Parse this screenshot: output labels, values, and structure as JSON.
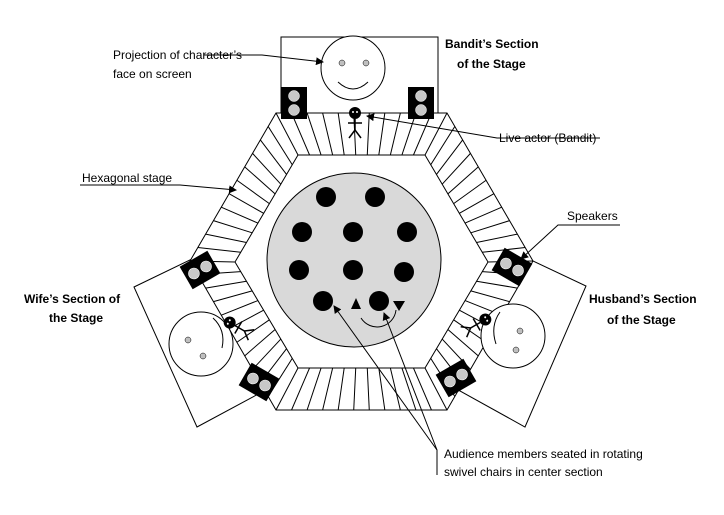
{
  "labels": {
    "projection_line1": "Projection of character’s",
    "projection_line2": "face on screen",
    "bandit_line1": "Bandit’s Section",
    "bandit_line2": "of the Stage",
    "live_actor": "Live actor (Bandit)",
    "hexagonal_stage": "Hexagonal stage",
    "speakers": "Speakers",
    "wife_line1": "Wife’s Section of",
    "wife_line2": "the Stage",
    "husband_line1": "Husband’s Section",
    "husband_line2": "of the Stage",
    "audience_line1": "Audience members seated in rotating",
    "audience_line2": "swivel chairs in center section"
  },
  "colors": {
    "center_fill": "#d9d9d9",
    "ink": "#000000",
    "speaker_cone": "#c8c8c8",
    "face_eye": "#bfbfbf"
  },
  "icons": [
    "speaker-icon",
    "stick-figure-icon",
    "smiley-face-icon",
    "rotation-arrow-icon"
  ]
}
